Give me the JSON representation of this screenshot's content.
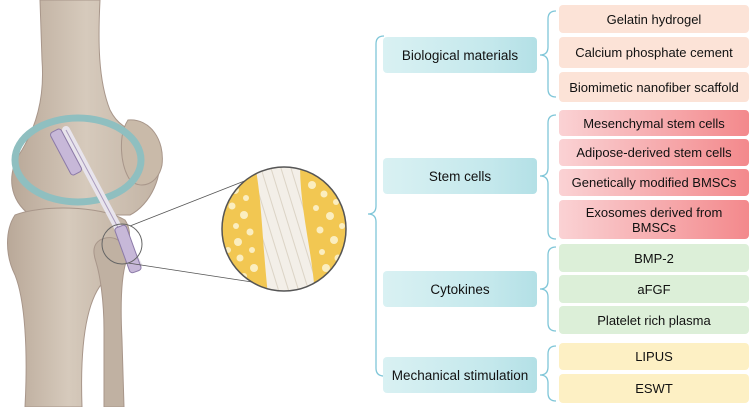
{
  "categories": [
    {
      "label": "Biological materials",
      "items": [
        "Gelatin hydrogel",
        "Calcium phosphate cement",
        "Biomimetic nanofiber scaffold"
      ]
    },
    {
      "label": "Stem cells",
      "items": [
        "Mesenchymal stem cells",
        "Adipose-derived stem cells",
        "Genetically modified BMSCs",
        "Exosomes derived from BMSCs"
      ]
    },
    {
      "label": "Cytokines",
      "items": [
        "BMP-2",
        "aFGF",
        "Platelet rich plasma"
      ]
    },
    {
      "label": "Mechanical stimulation",
      "items": [
        "LIPUS",
        "ESWT"
      ]
    }
  ],
  "colors": {
    "category_box": "#c4e8ec",
    "bracket": "#7fc6d8",
    "biological_items": "#fce3d7",
    "stem_items_start": "#fad2d4",
    "stem_items_end": "#f3898c",
    "cytokine_items": "#dcefd8",
    "mechanical_items": "#fdf0c4",
    "bone": "#cdbfb0",
    "meniscus": "#8fbfc0",
    "graft_pores": "#f2c752"
  }
}
